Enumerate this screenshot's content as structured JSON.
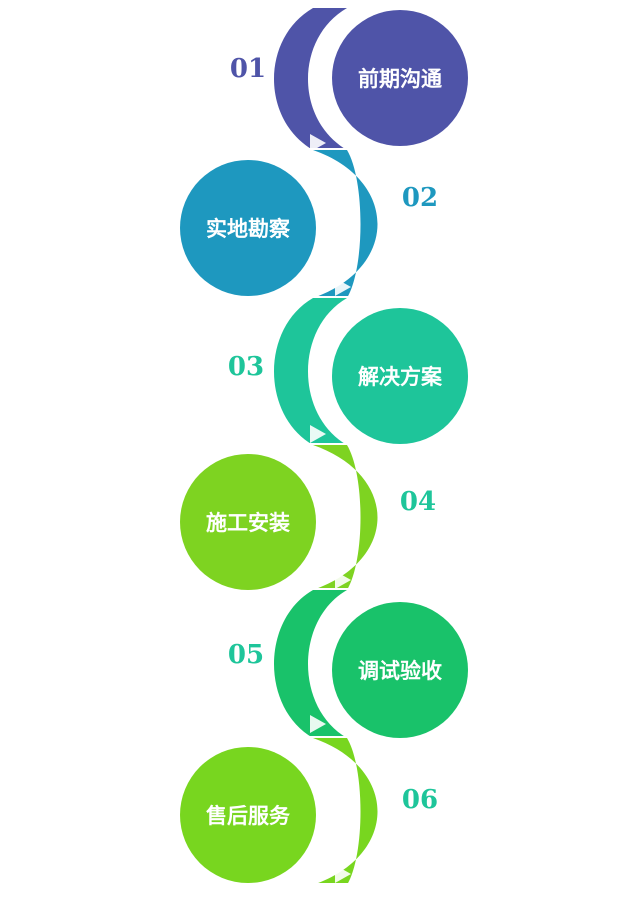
{
  "steps": [
    {
      "number": "01",
      "label": "前期沟通",
      "color": "#4f54a8"
    },
    {
      "number": "02",
      "label": "实地勘察",
      "color": "#1e98bf"
    },
    {
      "number": "03",
      "label": "解决方案",
      "color": "#1ec59a"
    },
    {
      "number": "04",
      "label": "施工安装",
      "color": "#7ed321"
    },
    {
      "number": "05",
      "label": "调试验收",
      "color": "#19c26a"
    },
    {
      "number": "06",
      "label": "售后服务",
      "color": "#78d61f"
    }
  ],
  "number_colors": [
    "#4f54a8",
    "#1e98bf",
    "#1ec59a",
    "#1ec59a",
    "#1ec59a",
    "#1ec59a"
  ]
}
